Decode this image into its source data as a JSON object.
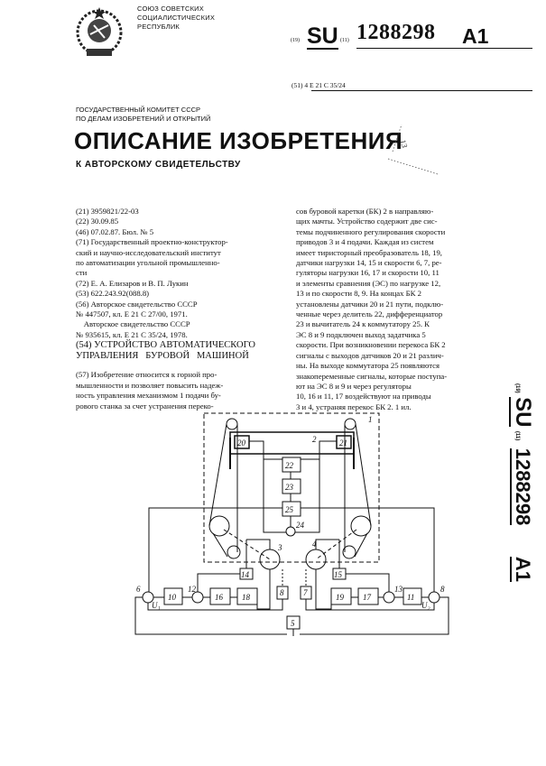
{
  "header": {
    "union_lines": [
      "СОЮЗ СОВЕТСКИХ",
      "СОЦИАЛИСТИЧЕСКИХ",
      "РЕСПУБЛИК"
    ],
    "code_19": "(19)",
    "country": "SU",
    "code_11": "(11)",
    "patent_number": "1288298",
    "kind": "A1",
    "ipc": "(51) 4  E 21 C 35/24",
    "committee_lines": [
      "ГОСУДАРСТВЕННЫЙ КОМИТЕТ СССР",
      "ПО ДЕЛАМ ИЗОБРЕТЕНИЙ И ОТКРЫТИЙ"
    ],
    "title": "ОПИСАНИЕ ИЗОБРЕТЕНИЯ",
    "subtitle": "К АВТОРСКОМУ СВИДЕТЕЛЬСТВУ",
    "stamp_text": "13"
  },
  "biblio": {
    "lines": [
      "(21) 3959821/22-03",
      "(22) 30.09.85",
      "(46) 07.02.87. Бюл. № 5",
      "(71) Государственный проектно-конструктор-",
      "ский и научно-исследовательский институт",
      "по автоматизации угольной промышленно-",
      "сти",
      "(72) Е. А. Елизаров и В. П. Лукин",
      "(53) 622.243.92(088.8)",
      "(56) Авторское свидетельство СССР",
      "№ 447507, кл. Е 21 С 27/00, 1971.",
      "    Авторское свидетельство СССР",
      "№ 935615, кл. Е 21 С 35/24, 1978."
    ],
    "title_54": [
      "(54) УСТРОЙСТВО АВТОМАТИЧЕСКОГО",
      "УПРАВЛЕНИЯ   БУРОВОЙ   МАШИНОЙ"
    ]
  },
  "abstract": {
    "left_lines": [
      "(57) Изобретение относится к горной про-",
      "мышленности и позволяет повысить надеж-",
      "ность управления механизмом 1 подачи бу-",
      "рового станка за счет устранения перeко-"
    ],
    "right_lines": [
      "сов буровой каретки (БК) 2 в направляю-",
      "щих мачты. Устройство содержит две сис-",
      "темы подчиненного регулирования скорости",
      "приводов 3 и 4 подачи. Каждая из систем",
      "имеет тиристорный преобразователь 18, 19,",
      "датчики нагрузки 14, 15 и скорости 6, 7, ре-",
      "гуляторы нагрузки 16, 17 и скорости 10, 11",
      "и элементы сравнения (ЭС) по нагрузке 12,",
      "13 и по скорости 8, 9. На концах БК 2",
      "установлены датчики 20 и 21 пути, подклю-",
      "ченные через делитель 22, дифференциатор",
      "23 и вычитатель 24 к коммутатору 25. К",
      "ЭС 8 и 9 подключен выход задатчика 5",
      "скорости. При возникновении перекоса БК 2",
      "сигналы с выходов датчиков 20 и 21 различ-",
      "ны. На выходе коммутатора 25 появляются",
      "знакопеременные сигналы, которые поступа-",
      "ют на ЭС 8 и 9 и через регуляторы",
      "10, 16 и 11, 17 воздействуют на приводы",
      "3 и 4, устраняя перекос БК 2. 1 ил."
    ]
  },
  "side_stamp": {
    "code_19": "(19)",
    "country": "SU",
    "code_11": "(11)",
    "number": "1288298",
    "kind": "A1"
  },
  "figure": {
    "labels": {
      "b20": "20",
      "b21": "21",
      "b22": "22",
      "b23": "23",
      "b25": "25",
      "s24": "24",
      "m3": "3",
      "m4": "4",
      "frame1": "1",
      "carriage2": "2",
      "b14": "14",
      "b15": "15",
      "b10": "10",
      "b16": "16",
      "b18": "18",
      "b19": "19",
      "b17": "17",
      "b11": "11",
      "b8": "8",
      "b7": "7",
      "b5": "5",
      "s6": "6",
      "s12": "12",
      "s13": "13",
      "s9": "8",
      "u1": "U₁",
      "u2": "U₂"
    }
  }
}
